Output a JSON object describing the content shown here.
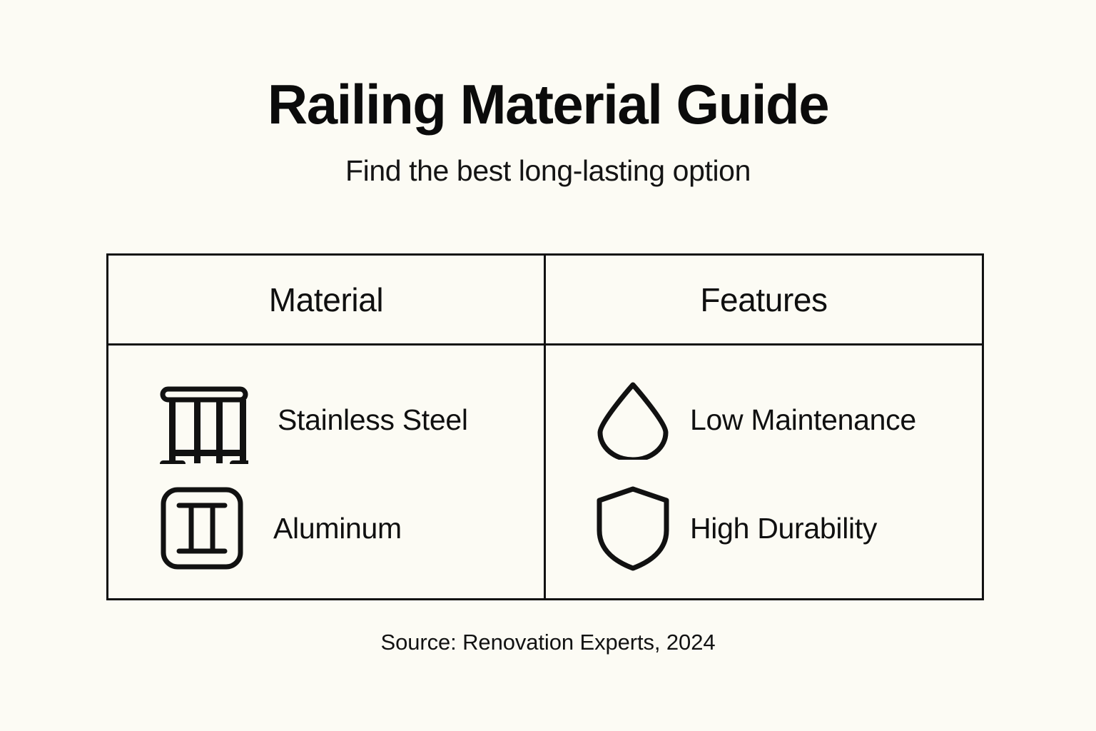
{
  "header": {
    "title": "Railing Material Guide",
    "subtitle": "Find the best long-lasting option"
  },
  "table": {
    "columns": [
      {
        "key": "material",
        "header": "Material"
      },
      {
        "key": "features",
        "header": "Features"
      }
    ],
    "rows": [
      {
        "material": {
          "label": "Stainless Steel",
          "icon": "railing-icon"
        },
        "features": {
          "label": "Low Maintenance",
          "icon": "water-droplet-icon"
        }
      },
      {
        "material": {
          "label": "Aluminum",
          "icon": "aluminum-beam-icon"
        },
        "features": {
          "label": "High Durability",
          "icon": "shield-icon"
        }
      }
    ]
  },
  "footer": {
    "source": "Source: Renovation Experts, 2024"
  },
  "colors": {
    "background": "#FCFBF4",
    "ink": "#111111",
    "border": "#111111"
  }
}
